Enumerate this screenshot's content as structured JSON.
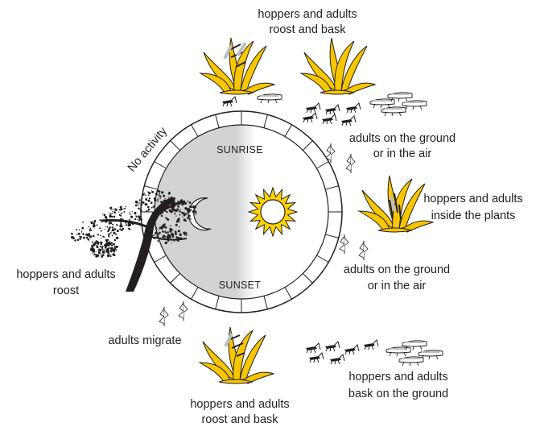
{
  "diagram": {
    "inner_labels": {
      "sunrise": "SUNRISE",
      "sunset": "SUNSET"
    },
    "no_activity": "No activity",
    "activities": {
      "top": [
        "hoppers and adults",
        "roost and bask"
      ],
      "upper_right": [
        "adults on the ground",
        "or in the air"
      ],
      "right": [
        "hoppers and adults",
        "inside the plants"
      ],
      "lower_right": [
        "adults on the ground",
        "or in the air"
      ],
      "bottom_right": [
        "hoppers and adults",
        "bask on the ground"
      ],
      "bottom": [
        "hoppers and adults",
        "roost and bask"
      ],
      "lower_left": [
        "adults migrate"
      ],
      "left": [
        "hoppers and adults",
        "roost"
      ]
    },
    "colors": {
      "night": "#d1d3d4",
      "day": "#ffffff",
      "grass": "#f7c600",
      "sun": "#ffd200",
      "tree": "#231f20",
      "insect": "#bcbec0",
      "outline": "#231f20"
    }
  }
}
